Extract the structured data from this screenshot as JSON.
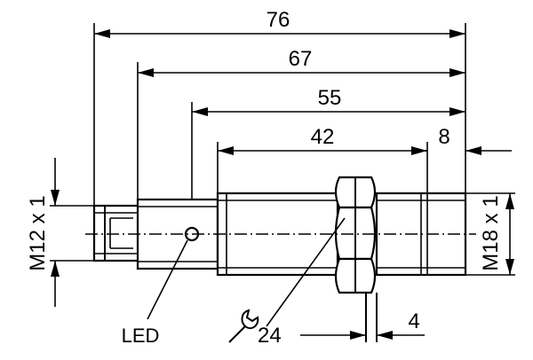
{
  "dimensions": {
    "overall_length": "76",
    "length_to_threaded_body": "67",
    "length_to_led": "55",
    "thread_length": "42",
    "front_offset": "8",
    "nut_thickness": "4"
  },
  "labels": {
    "connector_thread": "M12 x 1",
    "body_thread": "M18 x 1",
    "led": "LED",
    "wrench_size": "24"
  },
  "icons": {
    "wrench": "wrench-icon"
  }
}
